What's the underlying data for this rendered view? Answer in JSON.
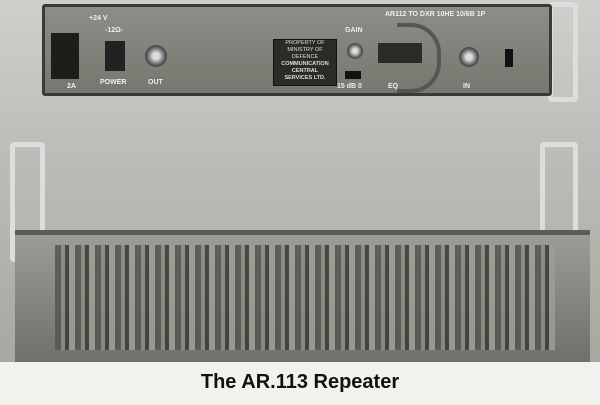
{
  "photo": {
    "front_panel": {
      "model_label": "AR112 TO DXR 10HE 10/6B 1P",
      "voltage_label": "+24 V",
      "resistor_label": "-12Ω-",
      "fuse_label": "2A",
      "power_label": "POWER",
      "out_label": "OUT",
      "gain_label": "GAIN",
      "attenuator_label": "15 dB 0",
      "eq_label": "EQ",
      "in_label": "IN",
      "nameplate": [
        "PROPERTY OF",
        "MINISTRY OF DEFENCE",
        "COMMUNICATION CENTRAL",
        "SERVICES LTD."
      ]
    }
  },
  "caption": "The AR.113 Repeater"
}
